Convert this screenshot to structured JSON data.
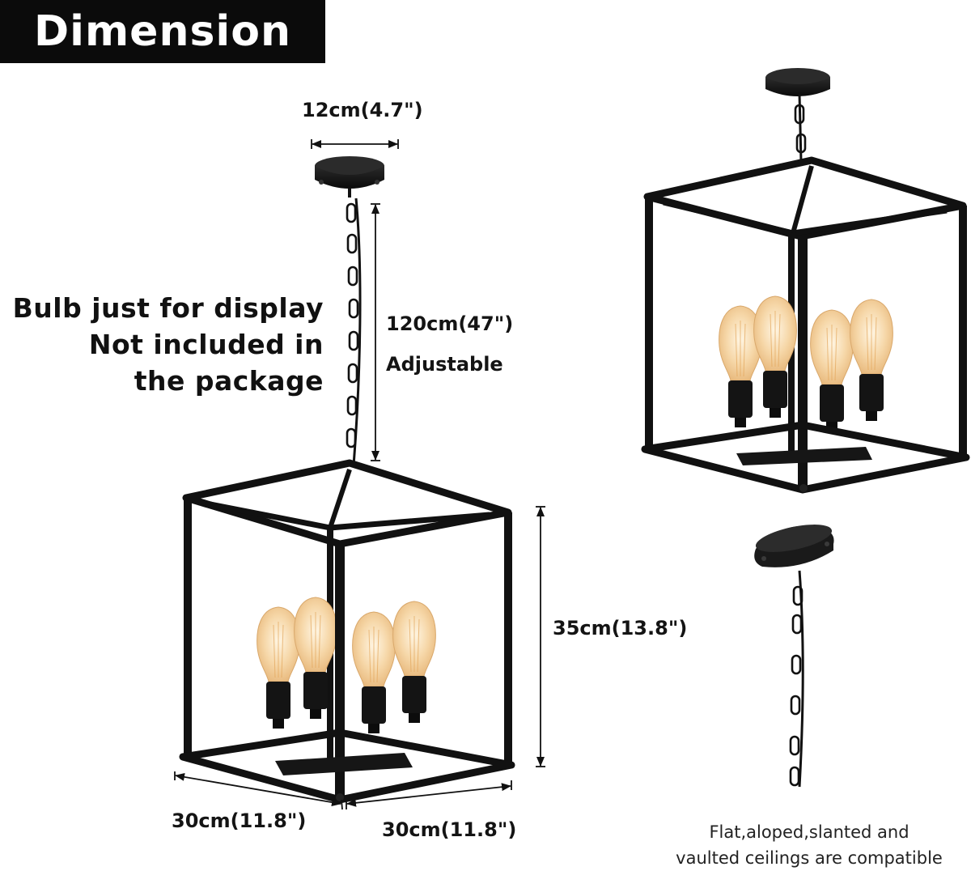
{
  "header": {
    "title": "Dimension"
  },
  "dimensions": {
    "canopy_width": "12cm(4.7\")",
    "chain_length": "120cm(47\")",
    "chain_note": "Adjustable",
    "height": "35cm(13.8\")",
    "width_left": "30cm(11.8\")",
    "width_right": "30cm(11.8\")"
  },
  "notes": {
    "bulb_line_1": "Bulb just for display",
    "bulb_line_2": "Not included in",
    "bulb_line_3": "the package"
  },
  "caption": {
    "line_1": "Flat,aloped,slanted and",
    "line_2": "vaulted ceilings are compatible"
  },
  "product": {
    "type": "4-light cage pendant chandelier",
    "bulb_count": 4,
    "frame_color": "#111111",
    "bulb_glow_color": "#f3c98a"
  }
}
